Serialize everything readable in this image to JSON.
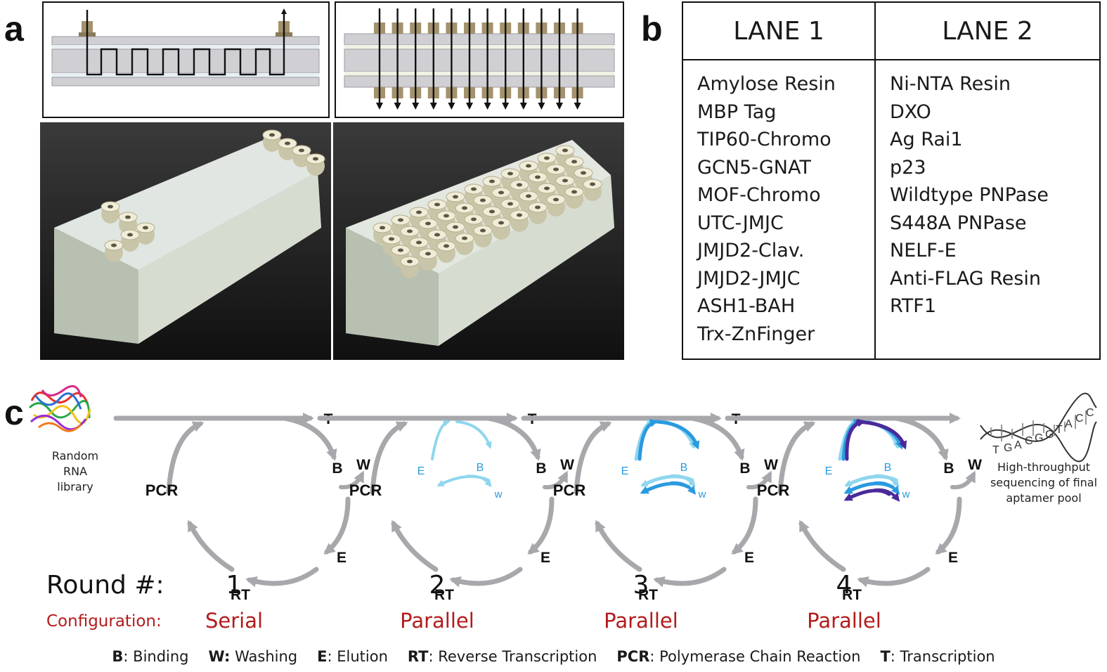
{
  "panels": {
    "a": "a",
    "b": "b",
    "c": "c"
  },
  "lane_table": {
    "lane1": {
      "header": "LANE 1",
      "items": [
        "Amylose Resin",
        "MBP Tag",
        "TIP60-Chromo",
        "GCN5-GNAT",
        "MOF-Chromo",
        "UTC-JMJC",
        "JMJD2-Clav.",
        "JMJD2-JMJC",
        "ASH1-BAH",
        "Trx-ZnFinger"
      ]
    },
    "lane2": {
      "header": "LANE 2",
      "items": [
        "Ni-NTA Resin",
        "DXO",
        "Ag Rai1",
        "p23",
        "Wildtype PNPase",
        "S448A PNPase",
        "NELF-E",
        "Anti-FLAG Resin",
        "RTF1"
      ]
    }
  },
  "cycle": {
    "library_lines": [
      "Random",
      "RNA",
      "library"
    ],
    "transcription": "T",
    "binding": "B",
    "washing": "W",
    "elution": "E",
    "reverse_transcription": "RT",
    "pcr": "PCR",
    "inner_e": "E",
    "inner_b": "B",
    "inner_w": "w",
    "sequence_letters": "TGACGGTACC",
    "sequencing_lines": [
      "High-throughput",
      "sequencing of final",
      "aptamer pool"
    ]
  },
  "rounds": {
    "round_label": "Round #:",
    "config_label": "Configuration:",
    "items": [
      {
        "number": "1",
        "config": "Serial"
      },
      {
        "number": "2",
        "config": "Parallel"
      },
      {
        "number": "3",
        "config": "Parallel"
      },
      {
        "number": "4",
        "config": "Parallel"
      }
    ]
  },
  "legend": [
    {
      "key": "B",
      "sep": ": ",
      "text": "Binding"
    },
    {
      "key": "W:",
      "sep": " ",
      "text": "Washing"
    },
    {
      "key": "E",
      "sep": ": ",
      "text": "Elution"
    },
    {
      "key": "RT",
      "sep": ": ",
      "text": "Reverse Transcription"
    },
    {
      "key": "PCR",
      "sep": ": ",
      "text": "Polymerase Chain Reaction"
    },
    {
      "key": "T",
      "sep": ": ",
      "text": "Transcription"
    }
  ],
  "colors": {
    "arrow_gray": "#a8a8ac",
    "config_red": "#b31b1b",
    "light_blue": "#8fd6ee",
    "mid_blue": "#2a9ae0",
    "deep_purple": "#4a2a9a",
    "tan": "#a4926c",
    "slab_gray": "#d0d0d4"
  },
  "icons": [
    "serial-flow-diagram",
    "parallel-flow-diagram",
    "device-photo-serial",
    "device-photo-parallel",
    "rna-library-icon",
    "dna-helix-icon"
  ]
}
